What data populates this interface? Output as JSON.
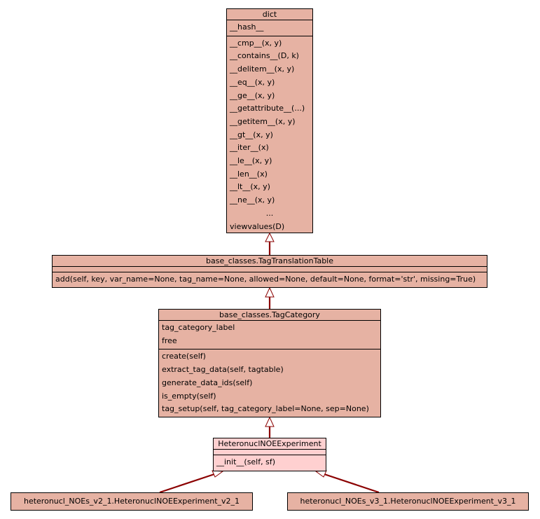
{
  "classes": {
    "dict": {
      "name": "dict",
      "attributes": [
        "__hash__"
      ],
      "methods": [
        "__cmp__(x, y)",
        "__contains__(D, k)",
        "__delitem__(x, y)",
        "__eq__(x, y)",
        "__ge__(x, y)",
        "__getattribute__(...)",
        "__getitem__(x, y)",
        "__gt__(x, y)",
        "__iter__(x)",
        "__le__(x, y)",
        "__len__(x)",
        "__lt__(x, y)",
        "__ne__(x, y)",
        "...",
        "viewvalues(D)"
      ]
    },
    "tag_translation_table": {
      "name": "base_classes.TagTranslationTable",
      "methods": [
        "add(self, key, var_name=None, tag_name=None, allowed=None, default=None, format='str', missing=True)"
      ]
    },
    "tag_category": {
      "name": "base_classes.TagCategory",
      "attributes": [
        "tag_category_label",
        "free"
      ],
      "methods": [
        "create(self)",
        "extract_tag_data(self, tagtable)",
        "generate_data_ids(self)",
        "is_empty(self)",
        "tag_setup(self, tag_category_label=None, sep=None)"
      ]
    },
    "heteronucl_noe_experiment": {
      "name": "HeteronuclNOEExperiment",
      "methods": [
        "__init__(self, sf)"
      ]
    },
    "v2_1": {
      "name": "heteronucl_NOEs_v2_1.HeteronuclNOEExperiment_v2_1"
    },
    "v3_1": {
      "name": "heteronucl_NOEs_v3_1.HeteronuclNOEExperiment_v3_1"
    }
  },
  "colors": {
    "class_fill": "#e6b2a3",
    "focus_fill": "#ffd0d0",
    "edge": "#8b0000"
  }
}
